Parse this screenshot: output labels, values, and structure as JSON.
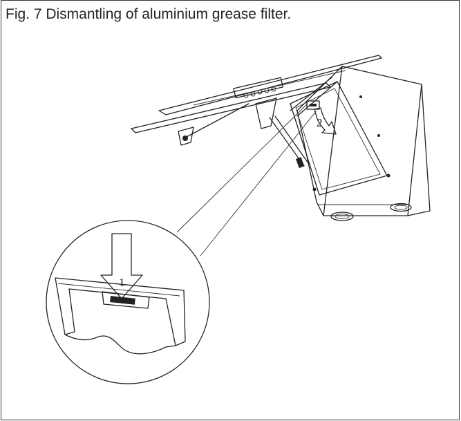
{
  "caption": "Fig. 7 Dismantling of aluminium grease filter.",
  "steps": [
    "1",
    "2"
  ]
}
